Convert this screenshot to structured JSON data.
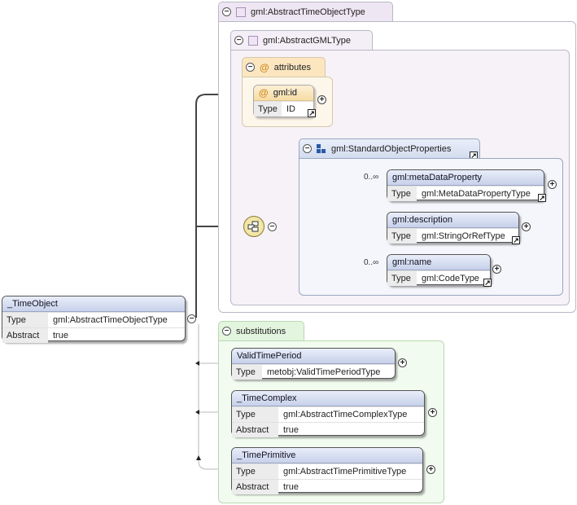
{
  "colors": {
    "type_panel": "#f6f2f8",
    "attributes_panel": "#fdf6ea",
    "attributes_tab": "#fbe6c0",
    "substitutions_panel": "#f2fbf0",
    "substitutions_tab": "#e3f5de",
    "element_header": "#d2dbef"
  },
  "abstract_time_object_type": {
    "label": "gml:AbstractTimeObjectType",
    "icon": "complex-type-icon"
  },
  "abstract_gml_type": {
    "label": "gml:AbstractGMLType",
    "icon": "complex-type-icon"
  },
  "attributes": {
    "label": "attributes",
    "gml_id": {
      "name": "gml:id",
      "type_key": "Type",
      "type_value": "ID"
    }
  },
  "standard_object_properties": {
    "label": "gml:StandardObjectProperties",
    "icon": "group-icon"
  },
  "elements": {
    "meta_data_property": {
      "name": "gml:metaDataProperty",
      "type_key": "Type",
      "type_value": "gml:MetaDataPropertyType",
      "cardinality": "0..∞"
    },
    "description": {
      "name": "gml:description",
      "type_key": "Type",
      "type_value": "gml:StringOrRefType"
    },
    "name": {
      "name": "gml:name",
      "type_key": "Type",
      "type_value": "gml:CodeType",
      "cardinality": "0..∞"
    }
  },
  "time_object": {
    "name": "_TimeObject",
    "type_key": "Type",
    "type_value": "gml:AbstractTimeObjectType",
    "abstract_key": "Abstract",
    "abstract_value": "true"
  },
  "substitutions": {
    "label": "substitutions",
    "valid_time_period": {
      "name": "ValidTimePeriod",
      "type_key": "Type",
      "type_value": "metobj:ValidTimePeriodType"
    },
    "time_complex": {
      "name": "_TimeComplex",
      "type_key": "Type",
      "type_value": "gml:AbstractTimeComplexType",
      "abstract_key": "Abstract",
      "abstract_value": "true"
    },
    "time_primitive": {
      "name": "_TimePrimitive",
      "type_key": "Type",
      "type_value": "gml:AbstractTimePrimitiveType",
      "abstract_key": "Abstract",
      "abstract_value": "true"
    }
  },
  "symbols": {
    "collapse": "⊖",
    "expand": "+",
    "link": "↗",
    "at": "@"
  }
}
